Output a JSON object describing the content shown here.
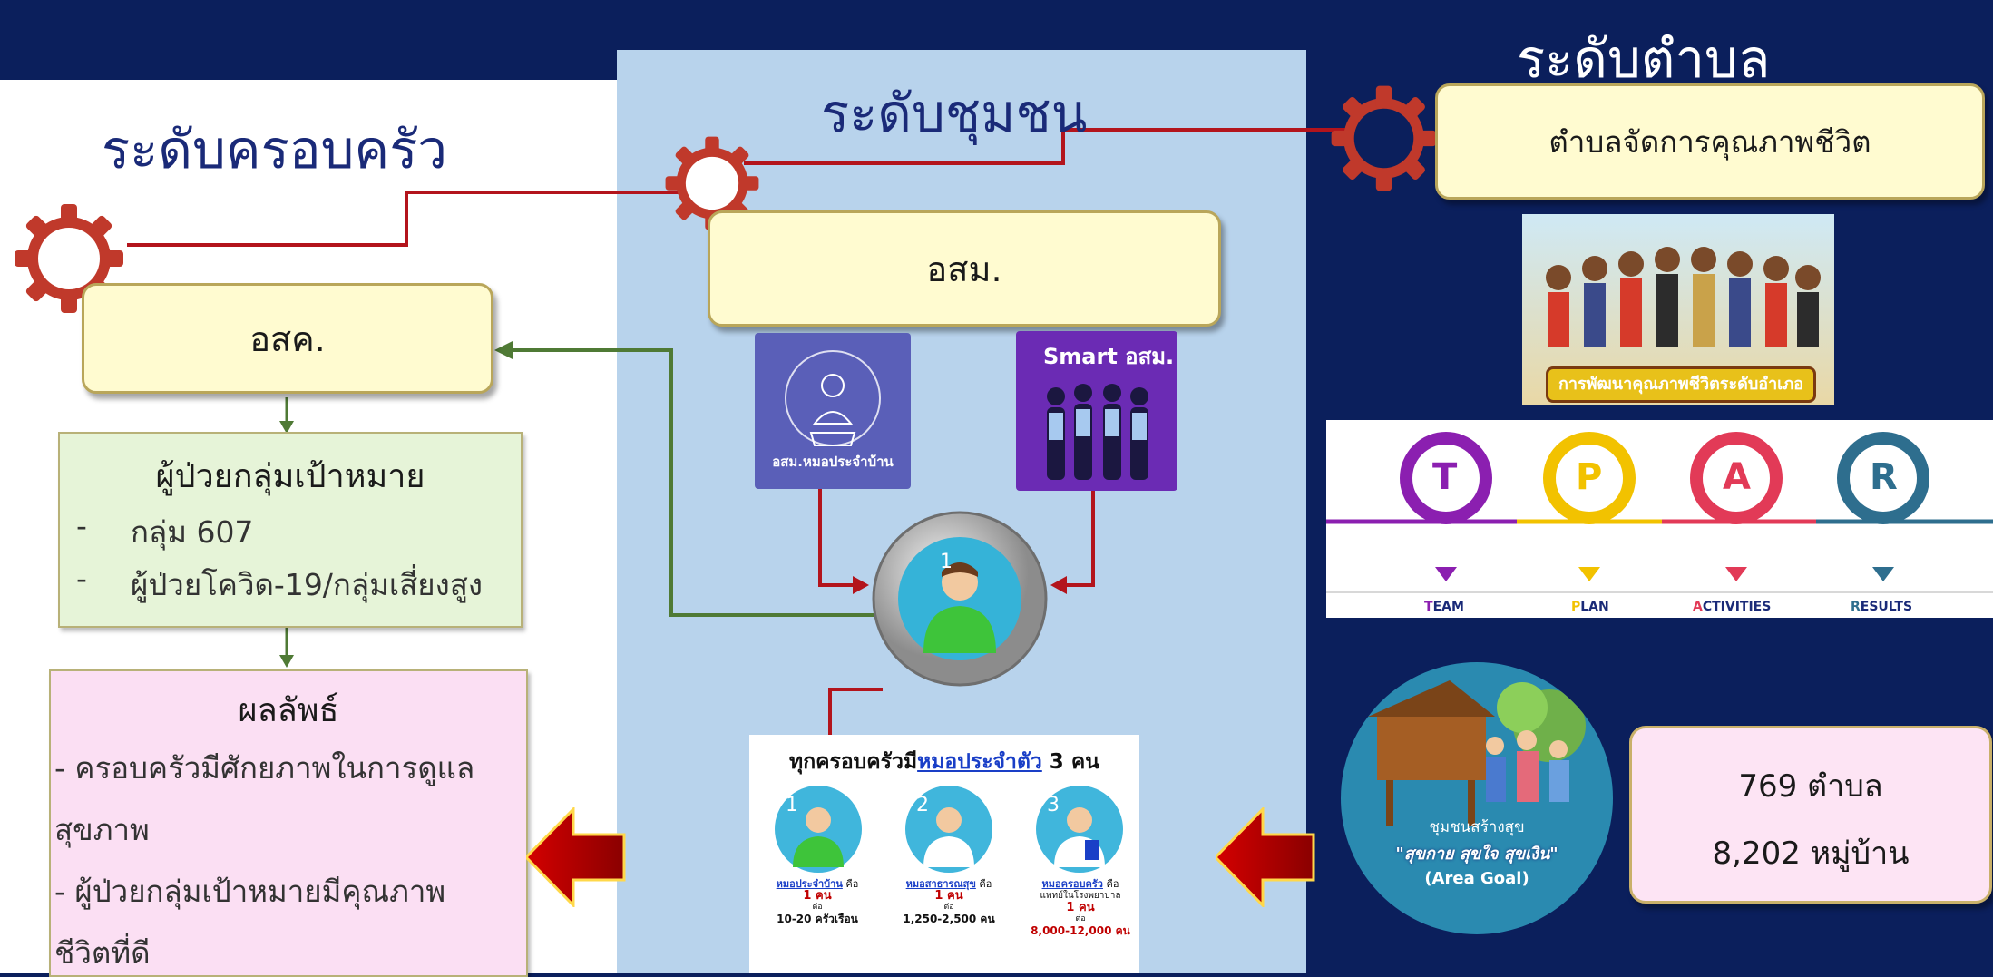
{
  "family": {
    "title": "ระดับครอบครัว",
    "role": "อสค.",
    "target": {
      "heading": "ผู้ป่วยกลุ่มเป้าหมาย",
      "items": [
        "กลุ่ม 607",
        "ผู้ป่วยโควิด-19/กลุ่มเสี่ยงสูง"
      ],
      "bullet": "-"
    },
    "result": {
      "heading": "ผลลัพธ์",
      "lines": [
        "- ครอบครัวมีศักยภาพในการดูแล",
        "สุขภาพ",
        "- ผู้ป่วยกลุ่มเป้าหมายมีคุณภาพ",
        "ชีวิตที่ดี"
      ]
    }
  },
  "community": {
    "title": "ระดับชุมชน",
    "role": "อสม.",
    "app_left_label": "อสม.หมอประจำบ้าน",
    "app_right_label": "Smart อสม.",
    "doctor_card": {
      "title_prefix": "ทุกครอบครัวมี",
      "title_link": "หมอประจำตัว",
      "title_suffix": " 3 คน",
      "cols": [
        {
          "num": "1",
          "role": "หมอประจำบ้าน",
          "suffix": " คือ",
          "count": "1 คน",
          "per": "ต่อ",
          "ratio": "10-20 ครัวเรือน"
        },
        {
          "num": "2",
          "role": "หมอสาธารณสุข",
          "suffix": " คือ",
          "count": "1 คน",
          "per": "ต่อ",
          "ratio": "1,250-2,500 คน"
        },
        {
          "num": "3",
          "role": "หมอครอบครัว",
          "suffix": " คือ",
          "sub": "แพทย์ในโรงพยาบาล",
          "count": "1 คน",
          "per": "ต่อ",
          "ratio": "8,000-12,000 คน"
        }
      ]
    }
  },
  "subdistrict": {
    "title": "ระดับตำบล",
    "role": "ตำบลจัดการคุณภาพชีวิต",
    "banner_caption": "การพัฒนาคุณภาพชีวิตระดับอำเภอ",
    "tpar": [
      {
        "letter": "T",
        "label_first": "T",
        "label_rest": "EAM",
        "color": "#8b1fb0"
      },
      {
        "letter": "P",
        "label_first": "P",
        "label_rest": "LAN",
        "color": "#f2c200"
      },
      {
        "letter": "A",
        "label_first": "A",
        "label_rest": "CTIVITIES",
        "color": "#e23a57"
      },
      {
        "letter": "R",
        "label_first": "R",
        "label_rest": "ESULTS",
        "color": "#2e6e8e"
      }
    ],
    "area_goal": {
      "line1": "ชุมชนสร้างสุข",
      "line2": "\"สุขกาย สุขใจ สุขเงิน\"",
      "line3": "(Area Goal)"
    },
    "stats": [
      "769 ตำบล",
      "8,202 หมู่บ้าน"
    ]
  },
  "colors": {
    "navy": "#0b1f5c",
    "gear": "#c0392b",
    "line_red": "#b3141c",
    "line_green": "#4f7a35"
  }
}
